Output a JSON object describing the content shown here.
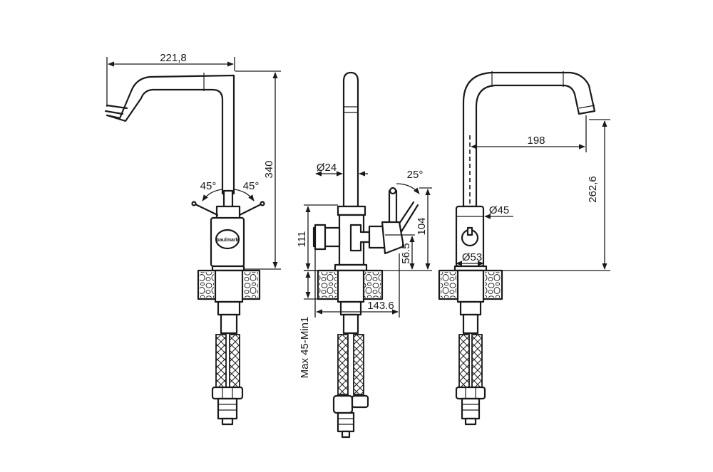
{
  "diagram": {
    "brand_text": "paulmark",
    "left_view": {
      "width_label": "221,8",
      "height_label": "340",
      "angle_left_label": "45°",
      "angle_right_label": "45°"
    },
    "middle_view": {
      "spout_diameter_label": "Ø24",
      "lever_angle_label": "25°",
      "body_height_label": "111",
      "lever_height_label": "104",
      "outlet_height_label": "56.5",
      "depth_label": "143.6",
      "mount_label": "Max 45-Min1"
    },
    "right_view": {
      "reach_label": "198",
      "spout_height_label": "262,6",
      "knob_diameter_label": "Ø45",
      "base_diameter_label": "Ø53"
    }
  }
}
